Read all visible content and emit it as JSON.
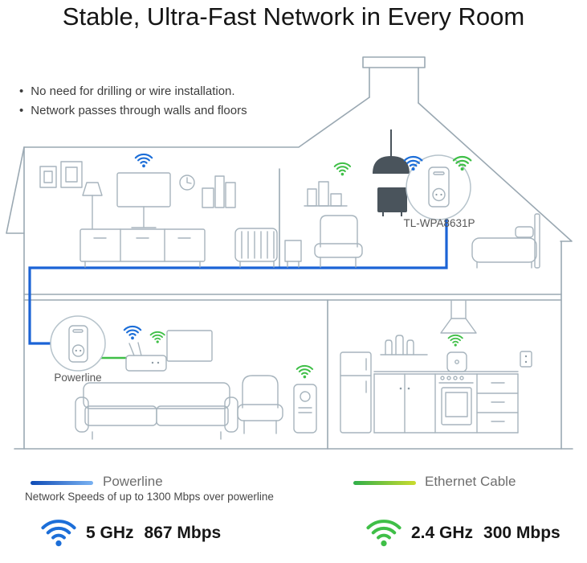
{
  "title": "Stable, Ultra-Fast Network in Every Room",
  "bullets": [
    "No need for drilling or wire installation.",
    "Network passes through walls and floors"
  ],
  "house": {
    "attic_adapter_label": "TL-WPA8631P",
    "room_adapter_label": "Powerline"
  },
  "legend": {
    "powerline": {
      "label": "Powerline",
      "gradient": [
        "#0f4bb5",
        "#7ab2f2"
      ]
    },
    "ethernet": {
      "label": "Ethernet Cable",
      "gradient": [
        "#2fae49",
        "#cbdc2e"
      ]
    },
    "note": "Network Speeds of up to 1300 Mbps over powerline"
  },
  "speeds": [
    {
      "band": "5 GHz",
      "rate": "867 Mbps"
    },
    {
      "band": "2.4 GHz",
      "rate": "300 Mbps"
    }
  ],
  "colors": {
    "wifi_blue": "#1c6ed8",
    "wifi_green": "#3fbf47",
    "powerline_line": "#1b63d6",
    "outline": "#a7b4bd",
    "circle_outline": "#b6c3cb",
    "text_dark": "#161616",
    "text_gray": "#6d6d6d"
  },
  "icons": {
    "wifi": "wifi-arcs-with-dot"
  }
}
